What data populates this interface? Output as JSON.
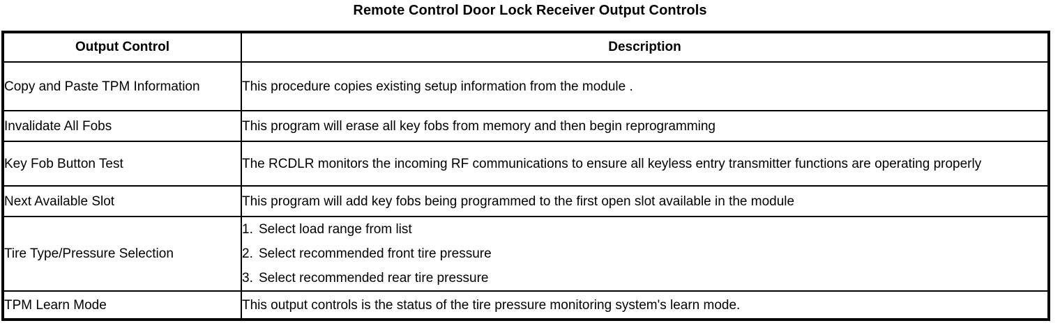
{
  "document": {
    "title": "Remote Control Door Lock Receiver Output Controls"
  },
  "table": {
    "headers": {
      "control": "Output Control",
      "description": "Description"
    },
    "rows": [
      {
        "control": "Copy and Paste TPM Information",
        "description": "This procedure copies existing setup information from the module ."
      },
      {
        "control": "Invalidate All Fobs",
        "description": "This program will erase all key fobs from memory and then begin reprogramming"
      },
      {
        "control": "Key Fob Button Test",
        "description": "The RCDLR monitors the incoming RF communications to ensure all keyless entry transmitter functions are operating properly"
      },
      {
        "control": "Next Available Slot",
        "description": "This program will add key fobs being programmed to the first open slot available in the module"
      },
      {
        "control": "Tire Type/Pressure Selection",
        "steps": [
          {
            "number": "1.",
            "text": "Select load range from list"
          },
          {
            "number": "2.",
            "text": "Select recommended front tire pressure"
          },
          {
            "number": "3.",
            "text": "Select recommended rear tire pressure"
          }
        ]
      },
      {
        "control": "TPM Learn Mode",
        "description": "This output controls is the status of the tire pressure monitoring system's learn mode."
      }
    ]
  }
}
